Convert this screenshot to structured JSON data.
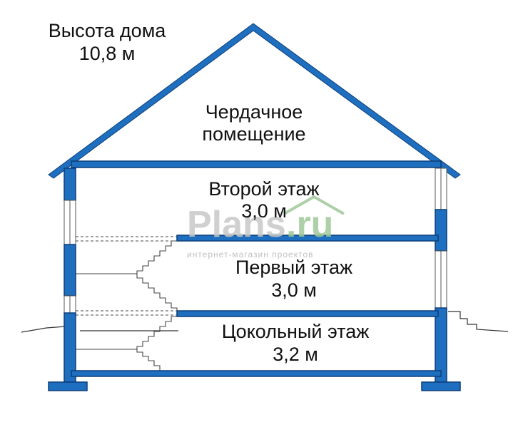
{
  "colors": {
    "structure": "#1e6fc0",
    "outline": "#0d3f78",
    "stairs": "#555555",
    "watermark_gray": "#c8c8c8",
    "watermark_green": "#9fc89a"
  },
  "height_label": {
    "title": "Высота дома",
    "value": "10,8 м"
  },
  "rooms": {
    "attic": {
      "line1": "Чердачное",
      "line2": "помещение"
    },
    "second": {
      "name": "Второй этаж",
      "height": "3,0 м"
    },
    "first": {
      "name": "Первый этаж",
      "height": "3,0 м"
    },
    "basement": {
      "name": "Цокольный этаж",
      "height": "3,2 м"
    }
  },
  "watermark": {
    "brand": "Plans",
    "tld": ".ru",
    "tagline": "интернет-магазин проектов"
  }
}
